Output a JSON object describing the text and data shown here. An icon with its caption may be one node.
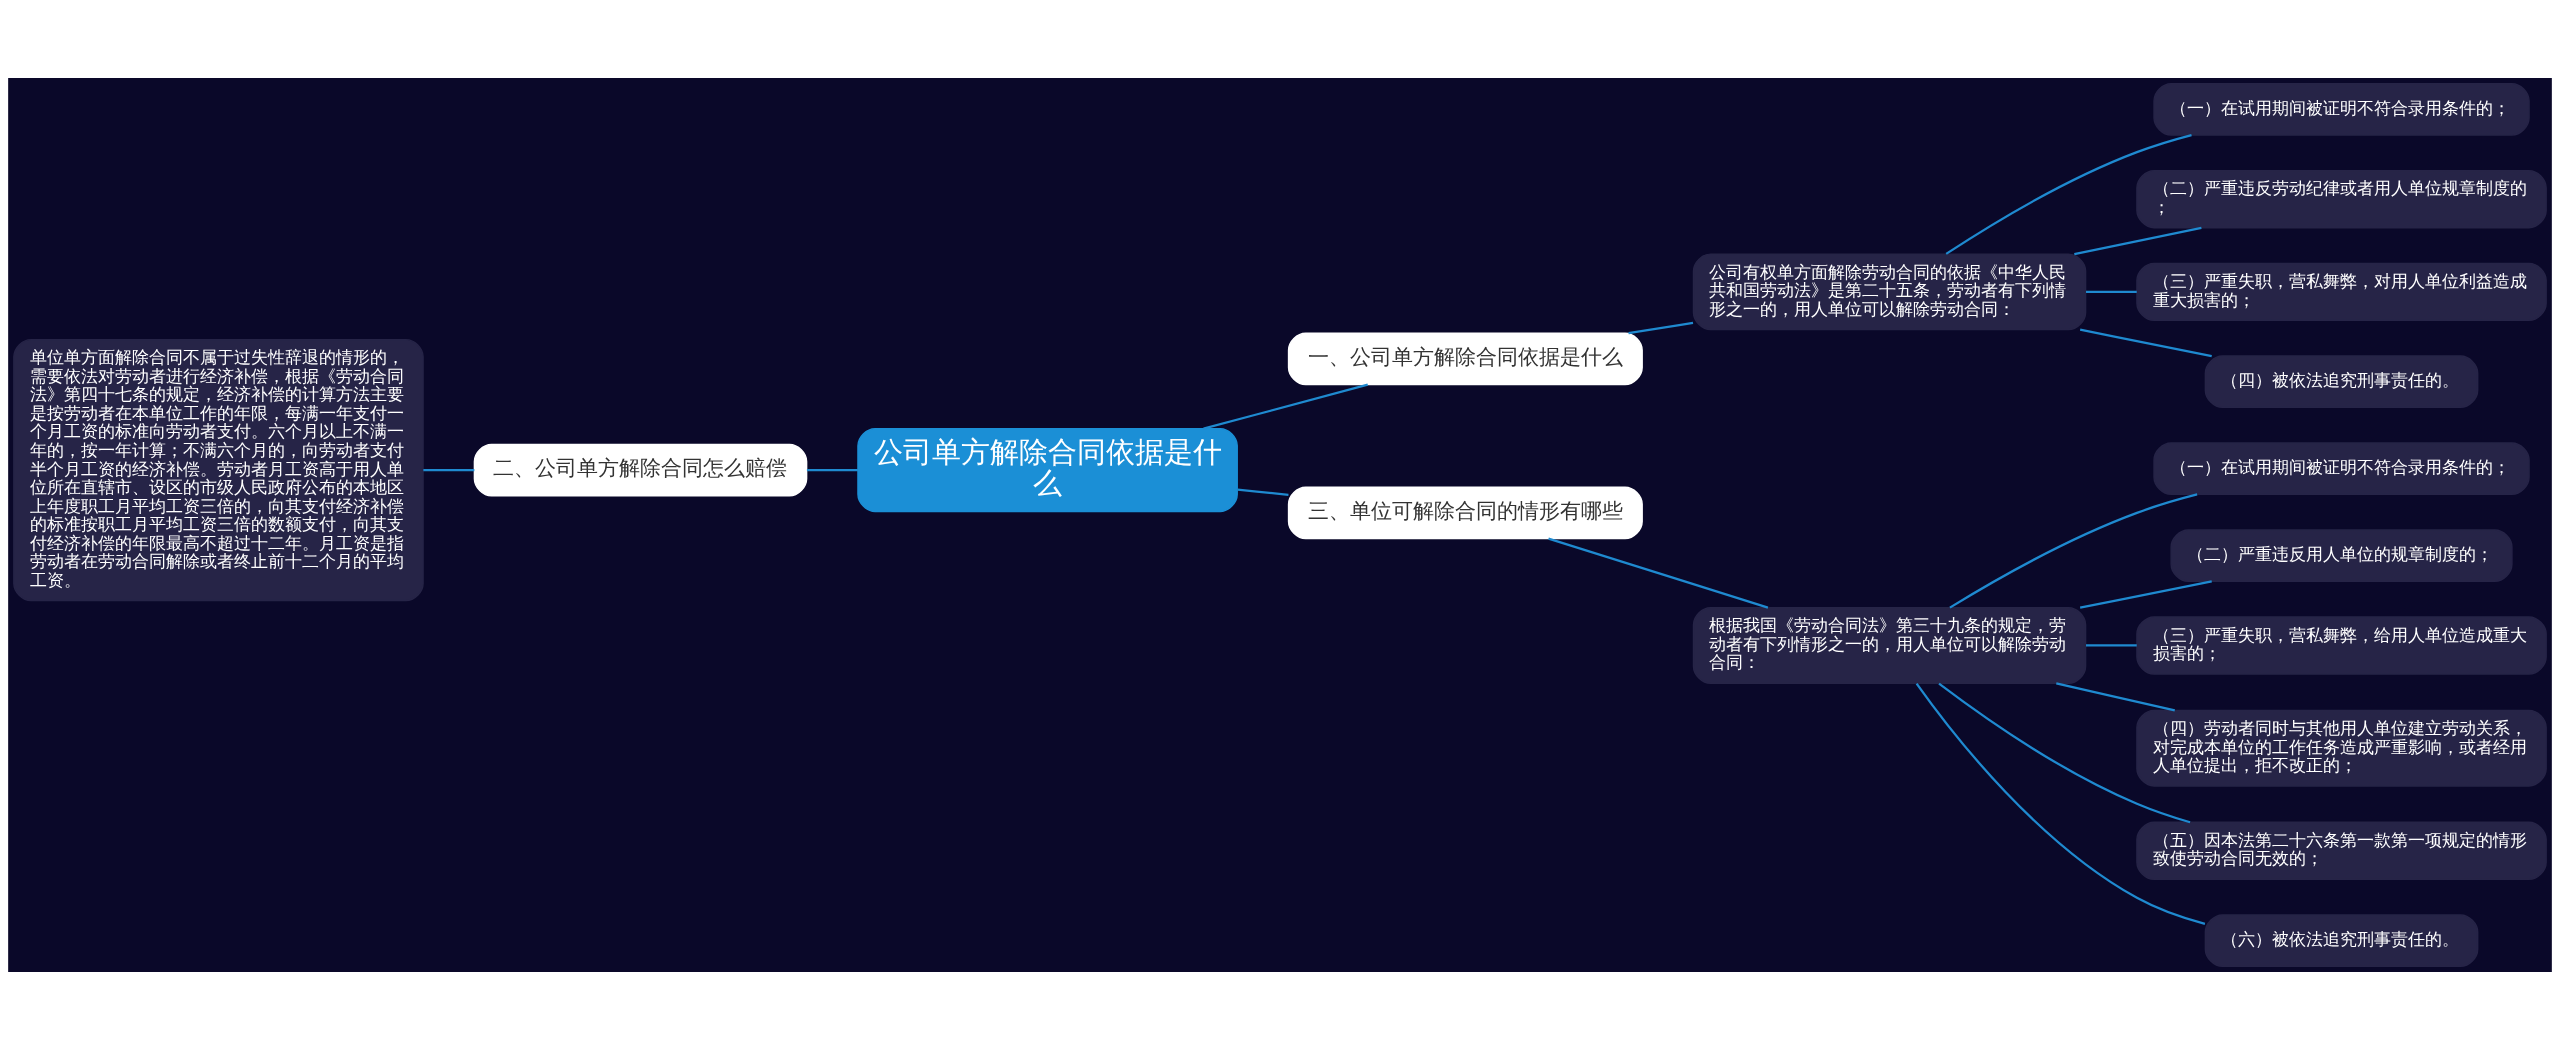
{
  "diagram": {
    "nodes": [
      {
        "text": [
          "公司单方解除合同依据是什么"
        ]
      },
      {
        "text": [
          "一、公司单方解除合同依据是什么"
        ]
      },
      {
        "text": [
          "公司有权单方面解除劳动合同的依据《中华人民共和国劳动法》是第二十五条，劳动者有下列情形之一的，用人单位可以解除劳动合同："
        ]
      },
      {
        "text": [
          "（一）在试用期间被证明不符合录用条件的；"
        ]
      },
      {
        "text": [
          "（二）严重违反劳动纪律或者用人单位规章制度的；"
        ]
      },
      {
        "text": [
          "（三）严重失职，营私舞弊，对用人单位利益造成重大损害的；"
        ]
      },
      {
        "text": [
          "（四）被依法追究刑事责任的。"
        ]
      },
      {
        "text": [
          "二、公司单方解除合同怎么赔偿"
        ]
      },
      {
        "text": [
          "单位单方面解除合同不属于过失性辞退的情形的，需要依法对劳动者进行经济补偿，根据《劳动合同法》第四十七条的规定，经济补偿的计算方法主要是按劳动者在本单位工作的年限，每满一年支付一个月工资的标准向劳动者支付。六个月以上不满一年的，按一年计算；不满六个月的，向劳动者支付半个月工资的经济补偿。劳动者月工资高于用人单位所在直辖市、设区的市级人民政府公布的本地区上年度职工月平均工资三倍的，向其支付经济补偿的标准按职工月平均工资三倍的数额支付，向其支付经济补偿的年限最高不超过十二年。月工资是指劳动者在劳动合同解除或者终止前十二个月的平均工资。"
        ]
      },
      {
        "text": [
          "三、单位可解除合同的情形有哪些"
        ]
      },
      {
        "text": [
          "根据我国《劳动合同法》第三十九条的规定，劳动者有下列情形之一的，用人单位可以解除劳动合同："
        ]
      },
      {
        "text": [
          "（一）在试用期间被证明不符合录用条件的；"
        ]
      },
      {
        "text": [
          "（二）严重违反用人单位的规章制度的；"
        ]
      },
      {
        "text": [
          "（三）严重失职，营私舞弊，给用人单位造成重大损害的；"
        ]
      },
      {
        "text": [
          "（四）劳动者同时与其他用人单位建立劳动关系，对完成本单位的工作任务造成严重影响，或者经用人单位提出，拒不改正的；"
        ]
      },
      {
        "text": [
          "（五）因本法第二十六条第一款第一项规定的情形致使劳动合同无效的；"
        ]
      },
      {
        "text": [
          "（六）被依法追究刑事责任的。"
        ]
      }
    ],
    "edges": [
      {
        "from": 0,
        "to": 1,
        "arrow": "none"
      },
      {
        "from": 1,
        "to": 2,
        "arrow": "none"
      },
      {
        "from": 2,
        "to": 3,
        "arrow": "none"
      },
      {
        "from": 2,
        "to": 4,
        "arrow": "none"
      },
      {
        "from": 2,
        "to": 5,
        "arrow": "none"
      },
      {
        "from": 2,
        "to": 6,
        "arrow": "none"
      },
      {
        "from": 0,
        "to": 7,
        "arrow": "none"
      },
      {
        "from": 7,
        "to": 8,
        "arrow": "none"
      },
      {
        "from": 0,
        "to": 9,
        "arrow": "none"
      },
      {
        "from": 9,
        "to": 10,
        "arrow": "none"
      },
      {
        "from": 10,
        "to": 11,
        "arrow": "none"
      },
      {
        "from": 10,
        "to": 12,
        "arrow": "none"
      },
      {
        "from": 10,
        "to": 13,
        "arrow": "none"
      },
      {
        "from": 10,
        "to": 14,
        "arrow": "none"
      },
      {
        "from": 10,
        "to": 15,
        "arrow": "none"
      },
      {
        "from": 10,
        "to": 16,
        "arrow": "none"
      }
    ]
  }
}
